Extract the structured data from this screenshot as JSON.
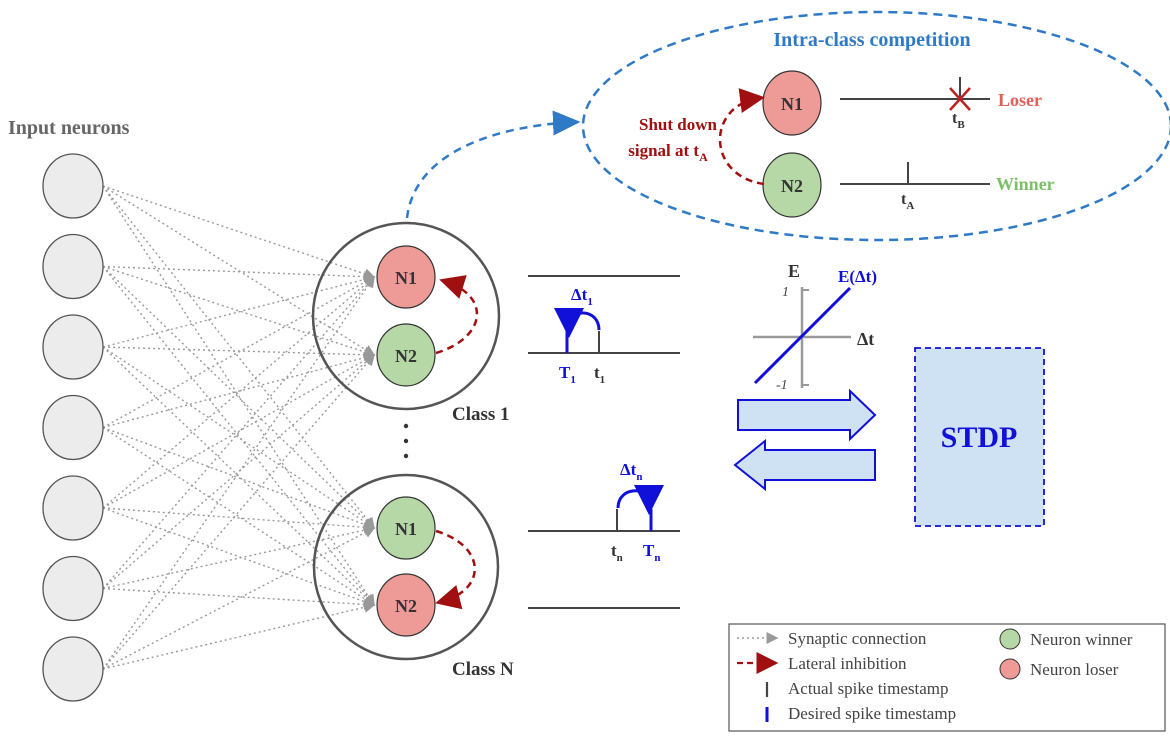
{
  "input_layer": {
    "title": "Input neurons",
    "neuron_count": 7
  },
  "classes": [
    {
      "label": "Class 1",
      "n1_label": "N1",
      "n2_label": "N2",
      "n1_role": "loser",
      "n2_role": "winner"
    },
    {
      "label": "Class N",
      "n1_label": "N1",
      "n2_label": "N2",
      "n1_role": "winner",
      "n2_role": "loser"
    }
  ],
  "ellipsis": "·\n·\n·",
  "competition": {
    "title": "Intra-class competition",
    "n1_label": "N1",
    "n2_label": "N2",
    "signal_line1": "Shut down",
    "signal_line2_prefix": "signal at t",
    "signal_line2_sub": "A",
    "loser_label": "Loser",
    "winner_label": "Winner",
    "tB_main": "t",
    "tB_sub": "B",
    "tA_main": "t",
    "tA_sub": "A"
  },
  "timing_class1": {
    "dt_main": "Δt",
    "dt_sub": "1",
    "T_main": "T",
    "T_sub": "1",
    "t_main": "t",
    "t_sub": "1"
  },
  "timing_classN": {
    "dt_main": "Δt",
    "dt_sub": "n",
    "t_main": "t",
    "t_sub": "n",
    "T_main": "T",
    "T_sub": "n"
  },
  "stdp_plot": {
    "y_label": "E",
    "x_label": "Δt",
    "curve_label": "E(Δt)",
    "y_max_label": "1",
    "y_min_label": "-1"
  },
  "stdp_box": {
    "label": "STDP"
  },
  "legend": {
    "synaptic": "Synaptic connection",
    "lateral": "Lateral inhibition",
    "actual": "Actual spike timestamp",
    "desired": "Desired spike timestamp",
    "winner": "Neuron winner",
    "loser": "Neuron loser"
  },
  "colors": {
    "winner": "#b5d8a6",
    "loser": "#ee9b98",
    "input": "#ececec",
    "blue_accent": "#2f7ac6",
    "desired_blue": "#1010d8",
    "inhibition_red": "#a01010",
    "loser_text": "#e0605a",
    "winner_text": "#7cc06a",
    "stdp_fill": "#cfe2f3",
    "arrow_fill": "#cfe2f3"
  }
}
